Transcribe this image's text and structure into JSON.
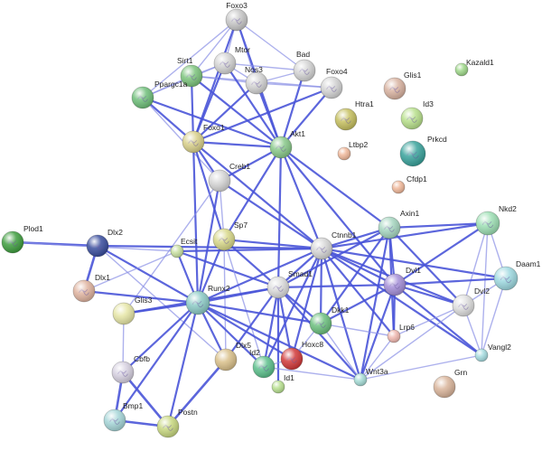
{
  "network": {
    "nodes": [
      {
        "id": "Foxo3",
        "color": "#c8c8c8",
        "icon": "protein-structure"
      },
      {
        "id": "Sirt1",
        "color": "#7cc47c",
        "icon": "protein-structure"
      },
      {
        "id": "Mtor",
        "color": "#d4d4d4",
        "icon": "protein-structure"
      },
      {
        "id": "Bad",
        "color": "#d4d4d4",
        "icon": "protein-structure"
      },
      {
        "id": "Nos3",
        "color": "#d4d4d4",
        "icon": "protein-structure"
      },
      {
        "id": "Foxo4",
        "color": "#d4d4d4",
        "icon": "protein-structure"
      },
      {
        "id": "Ppargc1a",
        "color": "#6fbf7a",
        "icon": "protein-structure"
      },
      {
        "id": "Glis1",
        "color": "#d9b3a1",
        "icon": "protein-structure"
      },
      {
        "id": "Kazald1",
        "color": "#9fd88a",
        "icon": "none"
      },
      {
        "id": "Htra1",
        "color": "#c6c060",
        "icon": "protein-structure"
      },
      {
        "id": "Id3",
        "color": "#b8e08c",
        "icon": "protein-structure"
      },
      {
        "id": "Foxo1",
        "color": "#d8d08a",
        "icon": "protein-structure"
      },
      {
        "id": "Akt1",
        "color": "#89c98a",
        "icon": "protein-structure"
      },
      {
        "id": "Ltbp2",
        "color": "#f0b89a",
        "icon": "none"
      },
      {
        "id": "Prkcd",
        "color": "#3aa39c",
        "icon": "protein-structure"
      },
      {
        "id": "Cfdp1",
        "color": "#f0b89a",
        "icon": "none"
      },
      {
        "id": "Creb1",
        "color": "#d6d6d6",
        "icon": "none"
      },
      {
        "id": "Plod1",
        "color": "#3f9e3f",
        "icon": "protein-structure"
      },
      {
        "id": "Dlx2",
        "color": "#3a4e9e",
        "icon": "protein-structure"
      },
      {
        "id": "Nkd2",
        "color": "#9ddfb4",
        "icon": "protein-structure"
      },
      {
        "id": "Axin1",
        "color": "#a6d6c0",
        "icon": "protein-structure"
      },
      {
        "id": "Sp7",
        "color": "#d8d88a",
        "icon": "protein-structure"
      },
      {
        "id": "Ctnnb1",
        "color": "#d6d6d6",
        "icon": "protein-structure"
      },
      {
        "id": "Ecsit",
        "color": "#c8e0a0",
        "icon": "none"
      },
      {
        "id": "Daam1",
        "color": "#9ed9e0",
        "icon": "protein-structure"
      },
      {
        "id": "Dlx1",
        "color": "#e0b4a0",
        "icon": "protein-structure"
      },
      {
        "id": "Smad1",
        "color": "#dcdcdc",
        "icon": "protein-structure"
      },
      {
        "id": "Dvl1",
        "color": "#a58fd8",
        "icon": "protein-structure"
      },
      {
        "id": "Glis3",
        "color": "#e6e6a6",
        "icon": "none"
      },
      {
        "id": "Runx2",
        "color": "#8ccbc6",
        "icon": "protein-structure"
      },
      {
        "id": "Dvl2",
        "color": "#dedede",
        "icon": "protein-structure"
      },
      {
        "id": "Dkk1",
        "color": "#6cc07e",
        "icon": "protein-structure"
      },
      {
        "id": "Lrp6",
        "color": "#f0b8b0",
        "icon": "none"
      },
      {
        "id": "Cbfb",
        "color": "#d6d0e0",
        "icon": "protein-structure"
      },
      {
        "id": "Dlx5",
        "color": "#d9c08a",
        "icon": "none"
      },
      {
        "id": "Id2",
        "color": "#5cc08c",
        "icon": "protein-structure"
      },
      {
        "id": "Hoxc8",
        "color": "#d23a3a",
        "icon": "protein-structure"
      },
      {
        "id": "Vangl2",
        "color": "#a6dce0",
        "icon": "none"
      },
      {
        "id": "Id1",
        "color": "#b8e090",
        "icon": "none"
      },
      {
        "id": "Wnt3a",
        "color": "#a6dcd6",
        "icon": "none"
      },
      {
        "id": "Grn",
        "color": "#d9b49a",
        "icon": "none"
      },
      {
        "id": "Bmp1",
        "color": "#a6d6d8",
        "icon": "protein-structure"
      },
      {
        "id": "Postn",
        "color": "#c8d880",
        "icon": "protein-structure"
      }
    ],
    "edges": [
      [
        "Foxo3",
        "Sirt1"
      ],
      [
        "Foxo3",
        "Mtor"
      ],
      [
        "Foxo3",
        "Nos3"
      ],
      [
        "Foxo3",
        "Bad"
      ],
      [
        "Foxo3",
        "Foxo1"
      ],
      [
        "Foxo3",
        "Akt1"
      ],
      [
        "Foxo3",
        "Ppargc1a"
      ],
      [
        "Sirt1",
        "Mtor"
      ],
      [
        "Sirt1",
        "Ppargc1a"
      ],
      [
        "Sirt1",
        "Foxo1"
      ],
      [
        "Sirt1",
        "Akt1"
      ],
      [
        "Sirt1",
        "Nos3"
      ],
      [
        "Sirt1",
        "Foxo4"
      ],
      [
        "Mtor",
        "Nos3"
      ],
      [
        "Mtor",
        "Akt1"
      ],
      [
        "Mtor",
        "Foxo1"
      ],
      [
        "Mtor",
        "Ppargc1a"
      ],
      [
        "Mtor",
        "Bad"
      ],
      [
        "Bad",
        "Akt1"
      ],
      [
        "Bad",
        "Nos3"
      ],
      [
        "Nos3",
        "Akt1"
      ],
      [
        "Nos3",
        "Foxo1"
      ],
      [
        "Nos3",
        "Foxo4"
      ],
      [
        "Foxo4",
        "Akt1"
      ],
      [
        "Foxo4",
        "Foxo1"
      ],
      [
        "Ppargc1a",
        "Foxo1"
      ],
      [
        "Ppargc1a",
        "Akt1"
      ],
      [
        "Ppargc1a",
        "Creb1"
      ],
      [
        "Foxo1",
        "Akt1"
      ],
      [
        "Foxo1",
        "Creb1"
      ],
      [
        "Foxo1",
        "Runx2"
      ],
      [
        "Foxo1",
        "Sp7"
      ],
      [
        "Foxo1",
        "Ctnnb1"
      ],
      [
        "Akt1",
        "Creb1"
      ],
      [
        "Akt1",
        "Ctnnb1"
      ],
      [
        "Akt1",
        "Sp7"
      ],
      [
        "Akt1",
        "Axin1"
      ],
      [
        "Akt1",
        "Smad1"
      ],
      [
        "Akt1",
        "Dvl1"
      ],
      [
        "Creb1",
        "Runx2"
      ],
      [
        "Creb1",
        "Sp7"
      ],
      [
        "Creb1",
        "Ctnnb1"
      ],
      [
        "Creb1",
        "Glis3"
      ],
      [
        "Plod1",
        "Dlx2"
      ],
      [
        "Plod1",
        "Ecsit"
      ],
      [
        "Dlx2",
        "Dlx1"
      ],
      [
        "Dlx2",
        "Runx2"
      ],
      [
        "Dlx2",
        "Dlx5"
      ],
      [
        "Dlx2",
        "Ctnnb1"
      ],
      [
        "Dlx1",
        "Runx2"
      ],
      [
        "Dlx1",
        "Ecsit"
      ],
      [
        "Ecsit",
        "Runx2"
      ],
      [
        "Ecsit",
        "Ctnnb1"
      ],
      [
        "Ecsit",
        "Smad1"
      ],
      [
        "Sp7",
        "Runx2"
      ],
      [
        "Sp7",
        "Ctnnb1"
      ],
      [
        "Sp7",
        "Dlx5"
      ],
      [
        "Sp7",
        "Smad1"
      ],
      [
        "Sp7",
        "Id2"
      ],
      [
        "Runx2",
        "Ctnnb1"
      ],
      [
        "Runx2",
        "Smad1"
      ],
      [
        "Runx2",
        "Glis3"
      ],
      [
        "Runx2",
        "Cbfb"
      ],
      [
        "Runx2",
        "Dlx5"
      ],
      [
        "Runx2",
        "Id2"
      ],
      [
        "Runx2",
        "Hoxc8"
      ],
      [
        "Runx2",
        "Postn"
      ],
      [
        "Runx2",
        "Dkk1"
      ],
      [
        "Runx2",
        "Wnt3a"
      ],
      [
        "Runx2",
        "Bmp1"
      ],
      [
        "Ctnnb1",
        "Axin1"
      ],
      [
        "Ctnnb1",
        "Smad1"
      ],
      [
        "Ctnnb1",
        "Dvl1"
      ],
      [
        "Ctnnb1",
        "Dvl2"
      ],
      [
        "Ctnnb1",
        "Dkk1"
      ],
      [
        "Ctnnb1",
        "Lrp6"
      ],
      [
        "Ctnnb1",
        "Wnt3a"
      ],
      [
        "Ctnnb1",
        "Nkd2"
      ],
      [
        "Ctnnb1",
        "Daam1"
      ],
      [
        "Ctnnb1",
        "Hoxc8"
      ],
      [
        "Ctnnb1",
        "Id2"
      ],
      [
        "Ctnnb1",
        "Vangl2"
      ],
      [
        "Axin1",
        "Dvl1"
      ],
      [
        "Axin1",
        "Dvl2"
      ],
      [
        "Axin1",
        "Nkd2"
      ],
      [
        "Axin1",
        "Lrp6"
      ],
      [
        "Axin1",
        "Wnt3a"
      ],
      [
        "Axin1",
        "Dkk1"
      ],
      [
        "Axin1",
        "Smad1"
      ],
      [
        "Nkd2",
        "Dvl1"
      ],
      [
        "Nkd2",
        "Dvl2"
      ],
      [
        "Nkd2",
        "Daam1"
      ],
      [
        "Nkd2",
        "Vangl2"
      ],
      [
        "Daam1",
        "Dvl1"
      ],
      [
        "Daam1",
        "Dvl2"
      ],
      [
        "Daam1",
        "Vangl2"
      ],
      [
        "Dvl1",
        "Dvl2"
      ],
      [
        "Dvl1",
        "Lrp6"
      ],
      [
        "Dvl1",
        "Wnt3a"
      ],
      [
        "Dvl1",
        "Vangl2"
      ],
      [
        "Dvl1",
        "Dkk1"
      ],
      [
        "Dvl1",
        "Smad1"
      ],
      [
        "Dvl2",
        "Vangl2"
      ],
      [
        "Dvl2",
        "Wnt3a"
      ],
      [
        "Dvl2",
        "Lrp6"
      ],
      [
        "Smad1",
        "Dkk1"
      ],
      [
        "Smad1",
        "Hoxc8"
      ],
      [
        "Smad1",
        "Id2"
      ],
      [
        "Smad1",
        "Id1"
      ],
      [
        "Smad1",
        "Dlx5"
      ],
      [
        "Smad1",
        "Wnt3a"
      ],
      [
        "Dkk1",
        "Lrp6"
      ],
      [
        "Dkk1",
        "Wnt3a"
      ],
      [
        "Dkk1",
        "Hoxc8"
      ],
      [
        "Lrp6",
        "Wnt3a"
      ],
      [
        "Wnt3a",
        "Id2"
      ],
      [
        "Wnt3a",
        "Vangl2"
      ],
      [
        "Glis3",
        "Cbfb"
      ],
      [
        "Glis3",
        "Smad1"
      ],
      [
        "Cbfb",
        "Bmp1"
      ],
      [
        "Cbfb",
        "Postn"
      ],
      [
        "Bmp1",
        "Postn"
      ],
      [
        "Dlx5",
        "Postn"
      ],
      [
        "Id2",
        "Hoxc8"
      ]
    ]
  }
}
